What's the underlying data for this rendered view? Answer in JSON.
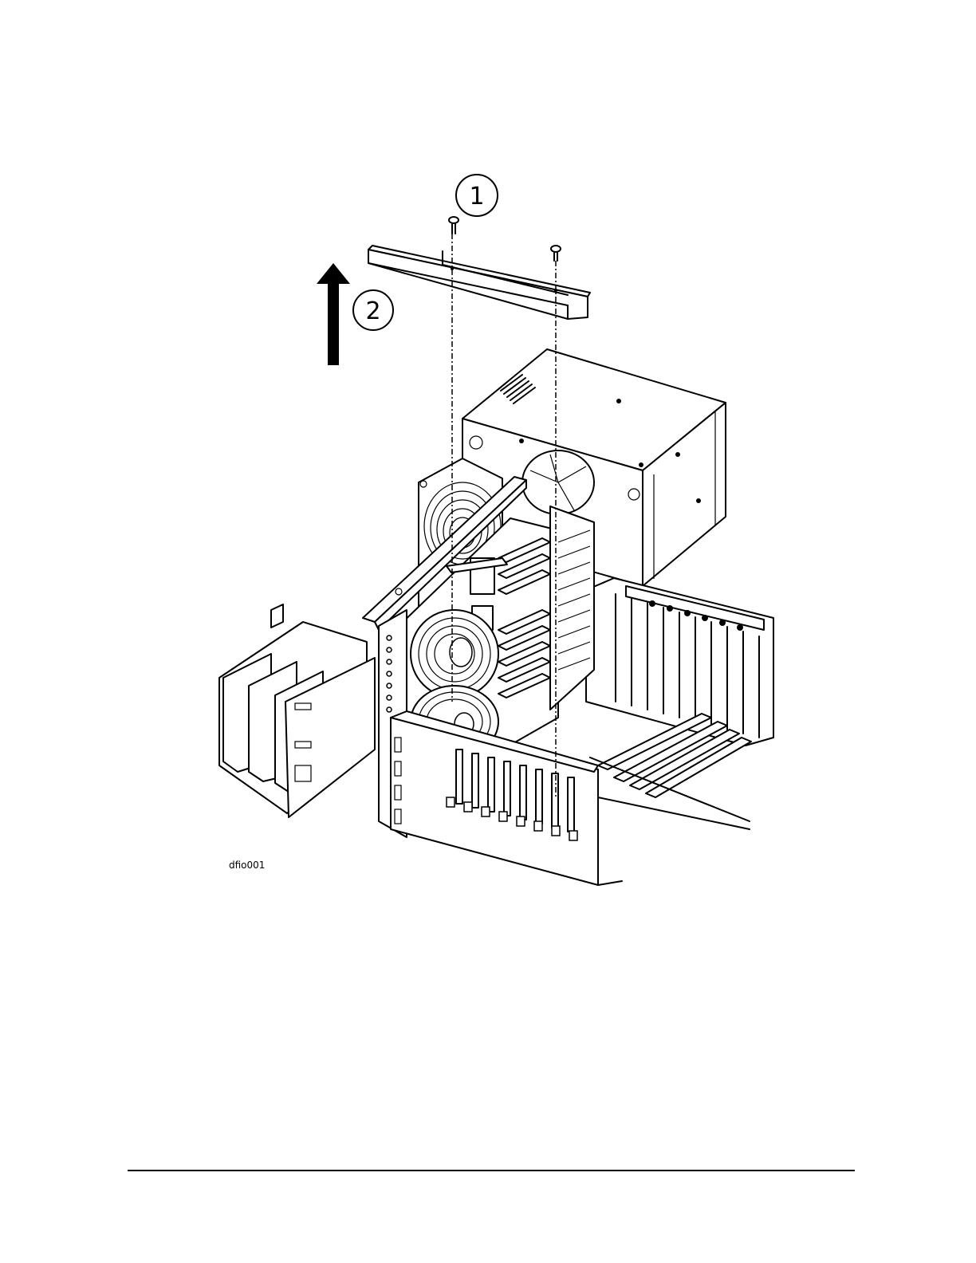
{
  "callouts": [
    {
      "id": "1",
      "label": "1"
    },
    {
      "id": "2",
      "label": "2"
    }
  ],
  "figure_id": "dfio001"
}
